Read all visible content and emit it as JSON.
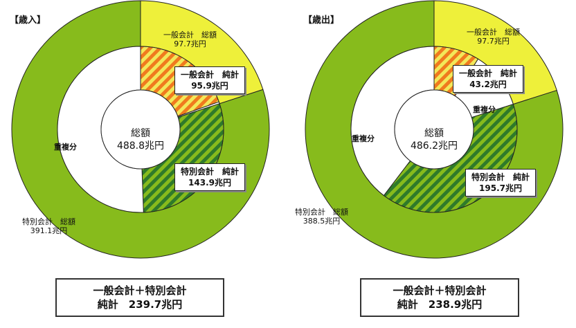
{
  "chart_data": [
    {
      "type": "pie",
      "title": "【歳入】",
      "center_label": "総額",
      "center_value": "488.8兆円",
      "total": 488.8,
      "outer": [
        {
          "name": "一般会計　総額",
          "value": 97.7,
          "label": "97.7兆円"
        },
        {
          "name": "特別会計　総額",
          "value": 391.1,
          "label": "391.1兆円"
        }
      ],
      "inner": [
        {
          "name": "一般会計　純計",
          "value": 95.9,
          "label": "95.9兆円"
        },
        {
          "name": "重複分",
          "value": 1.8
        },
        {
          "name": "特別会計　純計",
          "value": 143.9,
          "label": "143.9兆円"
        },
        {
          "name": "重複分",
          "value": 247.3,
          "label": "重複分"
        }
      ],
      "summary": {
        "line1": "一般会計＋特別会計",
        "line2": "純計　239.7兆円",
        "value": 239.7
      }
    },
    {
      "type": "pie",
      "title": "【歳出】",
      "center_label": "総額",
      "center_value": "486.2兆円",
      "total": 486.2,
      "outer": [
        {
          "name": "一般会計　総額",
          "value": 97.7,
          "label": "97.7兆円"
        },
        {
          "name": "特別会計　総額",
          "value": 388.5,
          "label": "388.5兆円"
        }
      ],
      "inner": [
        {
          "name": "一般会計　純計",
          "value": 43.2,
          "label": "43.2兆円"
        },
        {
          "name": "重複分",
          "value": 54.5,
          "label": "重複分"
        },
        {
          "name": "特別会計　純計",
          "value": 195.7,
          "label": "195.7兆円"
        },
        {
          "name": "重複分",
          "value": 192.8,
          "label": "重複分"
        }
      ],
      "summary": {
        "line1": "一般会計＋特別会計",
        "line2": "純計　238.9兆円",
        "value": 238.9
      }
    }
  ],
  "colors": {
    "yellow": "#eef03a",
    "green": "#87bb1c",
    "orange": "#f07a1e",
    "dark_green": "#2f7a2a"
  }
}
